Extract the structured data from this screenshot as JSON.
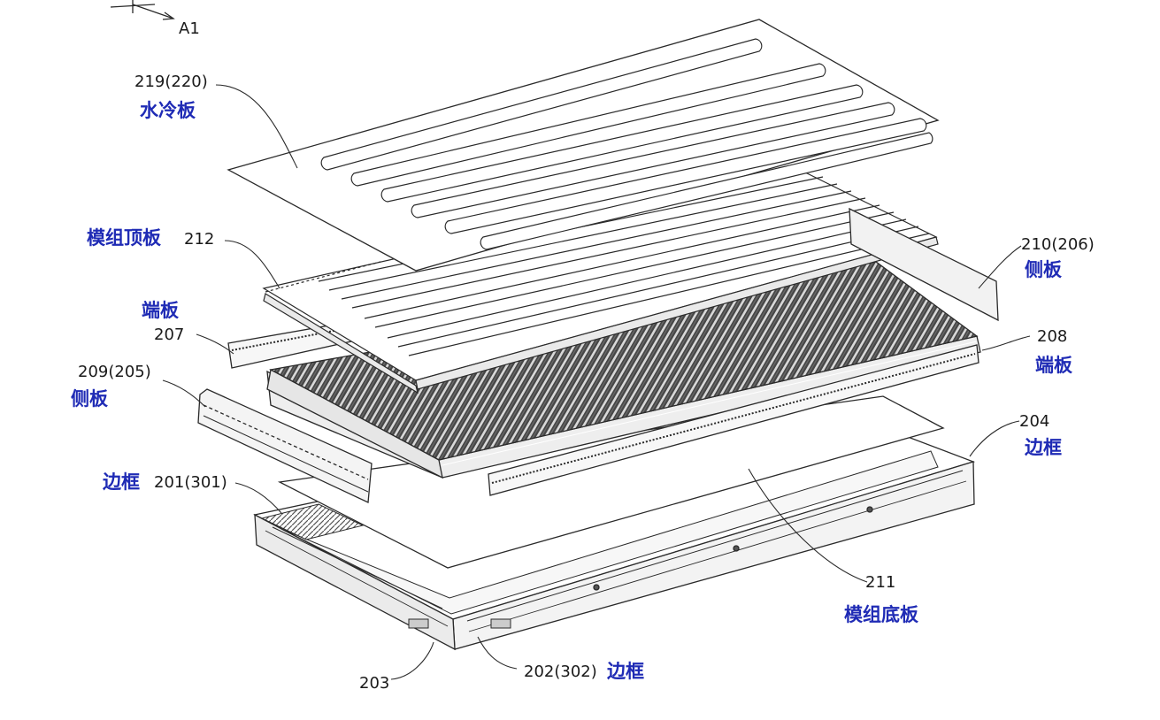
{
  "axis": {
    "label": "A1"
  },
  "labels": {
    "cooling_plate": {
      "number": "219(220)",
      "name": "水冷板"
    },
    "module_top_plate": {
      "name": "模组顶板",
      "number": "212"
    },
    "end_plate_left": {
      "name": "端板",
      "number": "207"
    },
    "side_plate_left": {
      "number": "209(205)",
      "name": "侧板"
    },
    "frame_left": {
      "name": "边框",
      "number": "201(301)"
    },
    "corner": {
      "number": "203"
    },
    "frame_front": {
      "number": "202(302)",
      "name": "边框"
    },
    "module_bottom_plate": {
      "number": "211",
      "name": "模组底板"
    },
    "frame_right": {
      "number": "204",
      "name": "边框"
    },
    "end_plate_right": {
      "number": "208",
      "name": "端板"
    },
    "side_plate_right": {
      "number": "210(206)",
      "name": "侧板"
    }
  },
  "colors": {
    "line": "#2a2a2a",
    "label_text": "#1a1a1a",
    "label_chinese": "#1f2bb5",
    "cell_dark": "#3b3b3b"
  }
}
